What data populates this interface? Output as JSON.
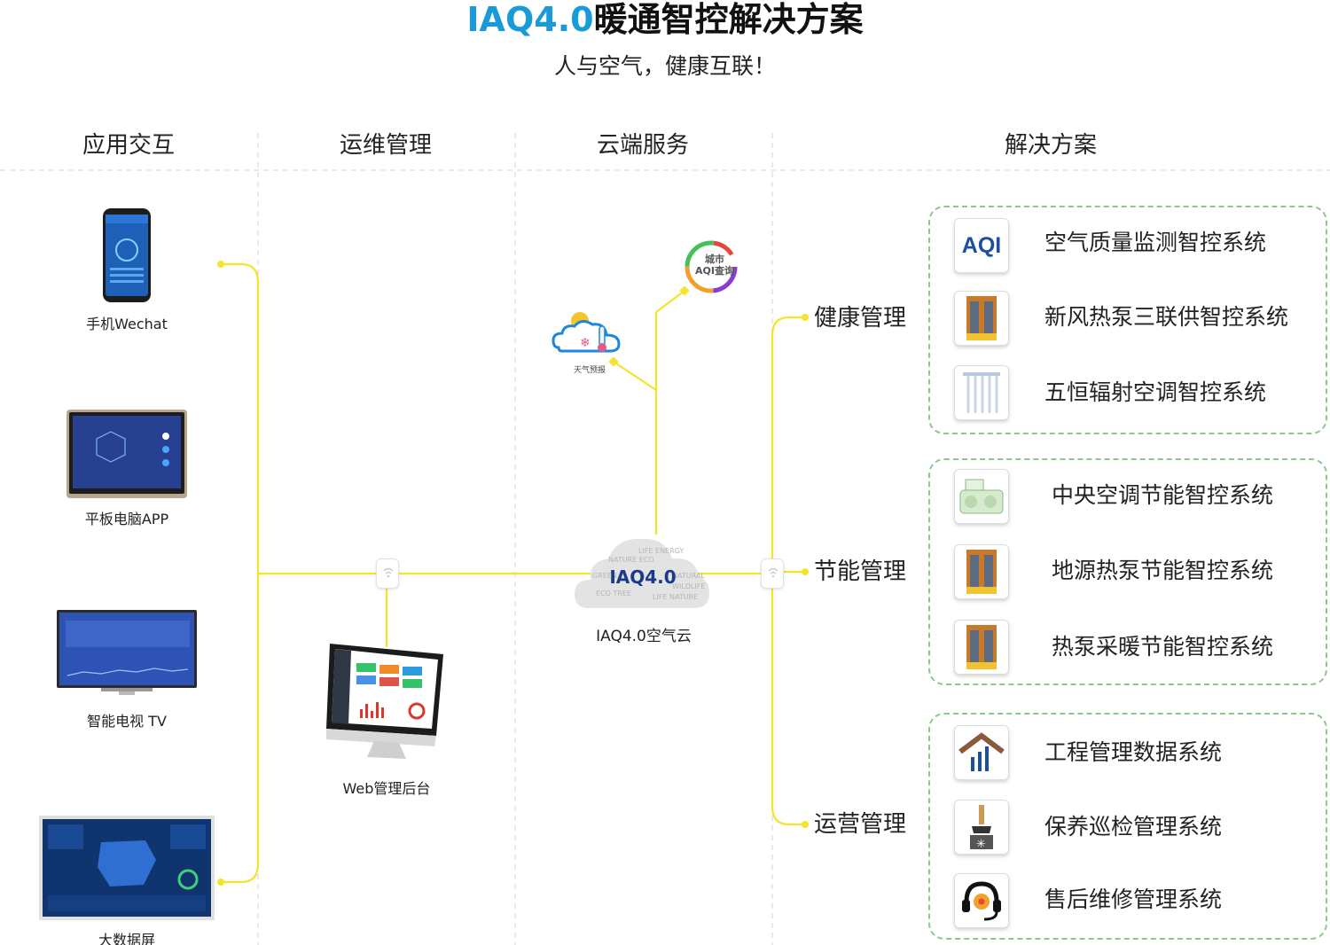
{
  "header": {
    "title_accent": "IAQ4.0",
    "title_main": "暖通智控解决方案",
    "subtitle": "人与空气，健康互联！"
  },
  "columns": [
    "应用交互",
    "运维管理",
    "云端服务",
    "解决方案"
  ],
  "devices": {
    "phone": "手机Wechat",
    "tablet": "平板电脑APP",
    "tv": "智能电视 TV",
    "bigscreen": "大数据屏",
    "web": "Web管理后台"
  },
  "cloud": {
    "label": "IAQ4.0空气云",
    "cloud_text": "IAQ4.0",
    "weather": "天气预报",
    "aqi_line1": "城市",
    "aqi_line2": "AQI查询"
  },
  "groups": [
    {
      "label": "健康管理",
      "items": [
        "空气质量监测智控系统",
        "新风热泵三联供智控系统",
        "五恒辐射空调智控系统"
      ]
    },
    {
      "label": "节能管理",
      "items": [
        "中央空调节能智控系统",
        "地源热泵节能智控系统",
        "热泵采暖节能智控系统"
      ]
    },
    {
      "label": "运营管理",
      "items": [
        "工程管理数据系统",
        "保养巡检管理系统",
        "售后维修管理系统"
      ]
    }
  ],
  "icons": {
    "aqi_text": "AQI"
  },
  "colors": {
    "accent": "#1a9bd8",
    "connector": "#f4e42a",
    "box_border": "#8bc98a"
  }
}
